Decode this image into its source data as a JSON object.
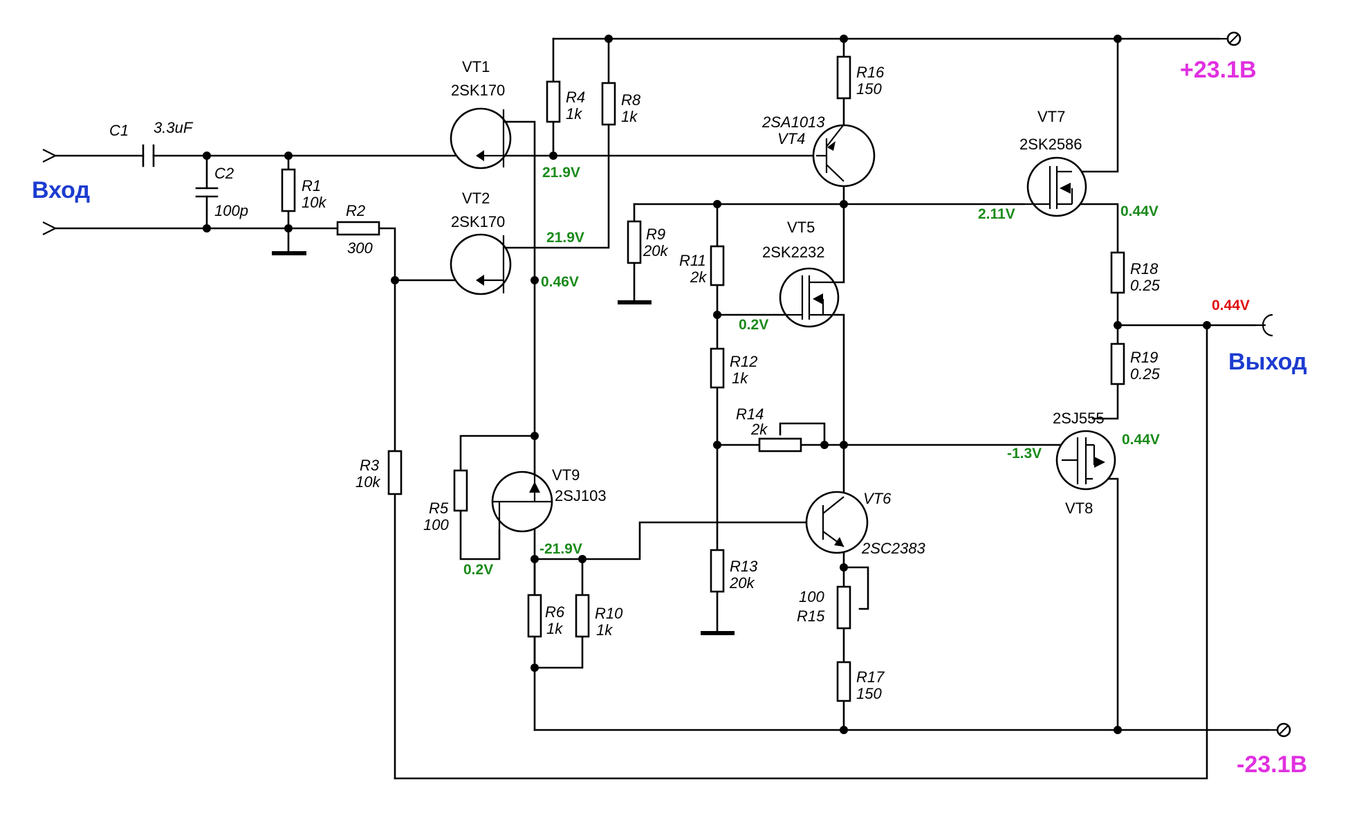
{
  "ports": {
    "input": "Вход",
    "output": "Выход",
    "supply_pos": "+23.1В",
    "supply_neg": "-23.1В"
  },
  "components": {
    "C1": {
      "ref": "C1",
      "value": "3.3uF"
    },
    "C2": {
      "ref": "C2",
      "value": "100p"
    },
    "R1": {
      "ref": "R1",
      "value": "10k"
    },
    "R2": {
      "ref": "R2",
      "value": "300"
    },
    "R3": {
      "ref": "R3",
      "value": "10k"
    },
    "R4": {
      "ref": "R4",
      "value": "1k"
    },
    "R5": {
      "ref": "R5",
      "value": "100"
    },
    "R6": {
      "ref": "R6",
      "value": "1k"
    },
    "R8": {
      "ref": "R8",
      "value": "1k"
    },
    "R9": {
      "ref": "R9",
      "value": "20k"
    },
    "R10": {
      "ref": "R10",
      "value": "1k"
    },
    "R11": {
      "ref": "R11",
      "value": "2k"
    },
    "R12": {
      "ref": "R12",
      "value": "1k"
    },
    "R13": {
      "ref": "R13",
      "value": "20k"
    },
    "R14": {
      "ref": "R14",
      "value": "2k"
    },
    "R15": {
      "ref": "R15",
      "value": "100"
    },
    "R16": {
      "ref": "R16",
      "value": "150"
    },
    "R17": {
      "ref": "R17",
      "value": "150"
    },
    "R18": {
      "ref": "R18",
      "value": "0.25"
    },
    "R19": {
      "ref": "R19",
      "value": "0.25"
    },
    "VT1": {
      "ref": "VT1",
      "part": "2SK170"
    },
    "VT2": {
      "ref": "VT2",
      "part": "2SK170"
    },
    "VT4": {
      "ref": "VT4",
      "part": "2SA1013"
    },
    "VT5": {
      "ref": "VT5",
      "part": "2SK2232"
    },
    "VT6": {
      "ref": "VT6",
      "part": "2SC2383"
    },
    "VT7": {
      "ref": "VT7",
      "part": "2SK2586"
    },
    "VT8": {
      "ref": "VT8",
      "part": "2SJ555"
    },
    "VT9": {
      "ref": "VT9",
      "part": "2SJ103"
    }
  },
  "voltages": {
    "vt1_drain": "21.9V",
    "vt2_drain": "21.9V",
    "vt2_source": "0.46V",
    "vt5_gate": "0.2V",
    "vt7_gate": "2.11V",
    "vt7_source": "0.44V",
    "output": "0.44V",
    "vt8_source": "0.44V",
    "vt8_gate": "-1.3V",
    "vt9_source": "0.2V",
    "vt9_drain": "-21.9V"
  },
  "colors": {
    "voltage_annotation": "#1a8a1a",
    "output_voltage": "#e01010",
    "supply_label": "#e030e0",
    "port_label": "#1c3cd0",
    "wire": "#000000"
  }
}
